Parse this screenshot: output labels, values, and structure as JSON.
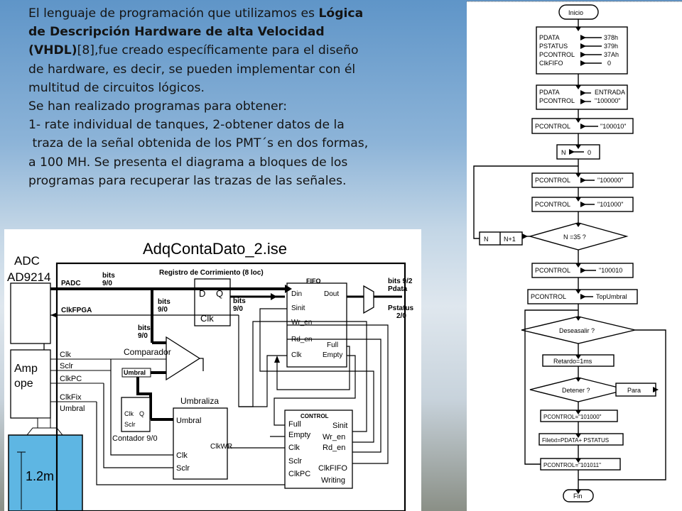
{
  "paragraph": {
    "line1_a": "El lenguaje de programación que utilizamos es ",
    "line1_b": "Lógica",
    "line2": "de Descripción Hardware de alta Velocidad",
    "line3_b": "(VHDL)",
    "line3_a": "[8],fue creado específicamente para el diseño",
    "line4": "de hardware,  es decir, se pueden implementar con él",
    "line5": "multitud de circuitos lógicos.",
    "line6": "Se han realizado programas para obtener:",
    "line7": "1- rate individual de tanques, 2-obtener datos de la",
    "line8": " traza de la señal obtenida de los PMT´s en dos formas,",
    "line9": "a 100 MH. Se presenta el diagrama a bloques de los",
    "line10": "programas para recuperar las trazas de las señales."
  },
  "schematic": {
    "title": "AdqContaDato_2.ise",
    "adc": "ADC",
    "adc_model": "AD9214",
    "padc": "PADC",
    "clkfpga": "ClkFPGA",
    "bits1": "bits",
    "bits1b": "9/0",
    "registro": "Registro de  Corrimiento (8 loc)",
    "bits2": "bits",
    "bits2b": "9/0",
    "bits3": "bits",
    "bits3b": "9/0",
    "bits4": "bits",
    "bits4b": "9/0",
    "ff_d": "D",
    "ff_q": "Q",
    "ff_clk": "Clk",
    "fifo": "FIFO",
    "fifo_din": "Din",
    "fifo_dout": "Dout",
    "fifo_sinit": "Sinit",
    "fifo_wr": "Wr_en",
    "fifo_rd": "Rd_en",
    "fifo_clk": "Clk",
    "fifo_full": "Full",
    "fifo_empty": "Empty",
    "bits_out": "bits 9/2",
    "pdata": "Pdata",
    "pstatus": "Pstatus",
    "pstatus_b": "2/0",
    "comparador": "Comparador",
    "umbral_box": "Umbral",
    "amp1": "Amp",
    "amp2": "ope",
    "clk_in": "Clk",
    "sclr_in": "Sclr",
    "clkpc_in": "ClkPC",
    "clkfix_in": "ClkFix",
    "umbral_in": "Umbral",
    "cont_clk": "Clk",
    "cont_q": "Q",
    "cont_sclr": "Sclr",
    "contador": "Contador 9/0",
    "umbraliza": "Umbraliza",
    "umb_umbral": "Umbral",
    "umb_clkwr": "ClkWR",
    "umb_clk": "Clk",
    "umb_sclr": "Sclr",
    "control": "CONTROL",
    "ctl_full": "Full",
    "ctl_empty": "Empty",
    "ctl_clk": "Clk",
    "ctl_sclr": "Sclr",
    "ctl_clkpc": "ClkPC",
    "ctl_sinit": "Sinit",
    "ctl_wren": "Wr_en",
    "ctl_rden": "Rd_en",
    "ctl_clkfifo": "ClkFIFO",
    "ctl_writing": "Writing",
    "tank_level": "1.2m"
  },
  "flowchart": {
    "inicio": "Inicio",
    "pdata": "PDATA",
    "pstatus": "PSTATUS",
    "pcontrol": "PCONTROL",
    "clkfifo": "ClkFIFO",
    "v378": "378h",
    "v379": "379h",
    "v37a": "37Ah",
    "v0": "0",
    "b2_pdata": "PDATA",
    "b2_pcontrol": "PCONTROL",
    "entrada": "ENTRADA",
    "v100000a": "\"100000\"",
    "b3_pcontrol": "PCONTROL",
    "v100010a": "\"100010\"",
    "n_label": "N",
    "n_zero": "0",
    "b5_pcontrol": "PCONTROL",
    "v100000b": "\"100000\"",
    "b6_pcontrol": "PCONTROL",
    "v101000": "\"101000\"",
    "n_box": "N",
    "n_plus": "N+1",
    "n_cond": "N =35 ?",
    "b7_pcontrol": "PCONTROL",
    "v100010b": "\"100010",
    "b8_pcontrol": "PCONTROL",
    "topumbral": "TopUmbral",
    "desea": "Deseasalir ?",
    "retardo": "Retardo=1ms",
    "detener": "Detener ?",
    "para": "Para",
    "pc101000": "PCONTROL=\"101000\"",
    "filetxt": "Filetxt=PDATA+ PSTATUS",
    "pc101011": "PCONTROL=\"101011\"",
    "fin": "Fin"
  }
}
